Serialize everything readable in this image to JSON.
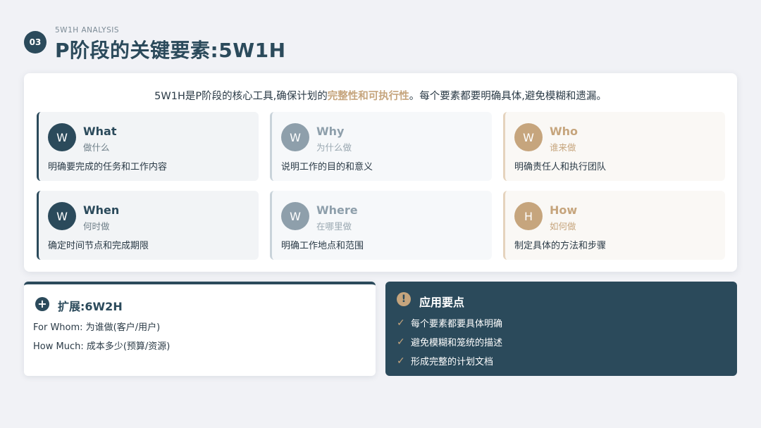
{
  "header": {
    "badge": "03",
    "eyebrow": "5W1H ANALYSIS",
    "title": "P阶段的关键要素:5W1H"
  },
  "intro": {
    "before": "5W1H是P阶段的核心工具,确保计划的",
    "highlight": "完整性和可执行性",
    "after": "。每个要素都要明确具体,避免模糊和遗漏。"
  },
  "elements": [
    {
      "letter": "W",
      "en": "What",
      "cn": "做什么",
      "desc": "明确要完成的任务和工作内容"
    },
    {
      "letter": "W",
      "en": "Why",
      "cn": "为什么做",
      "desc": "说明工作的目的和意义"
    },
    {
      "letter": "W",
      "en": "Who",
      "cn": "谁来做",
      "desc": "明确责任人和执行团队"
    },
    {
      "letter": "W",
      "en": "When",
      "cn": "何时做",
      "desc": "确定时间节点和完成期限"
    },
    {
      "letter": "W",
      "en": "Where",
      "cn": "在哪里做",
      "desc": "明确工作地点和范围"
    },
    {
      "letter": "H",
      "en": "How",
      "cn": "如何做",
      "desc": "制定具体的方法和步骤"
    }
  ],
  "extension": {
    "icon": "plus-icon",
    "title": "扩展:6W2H",
    "lines": [
      "For Whom: 为谁做(客户/用户)",
      "How Much: 成本多少(预算/资源)"
    ]
  },
  "application": {
    "icon": "exclamation-icon",
    "title": "应用要点",
    "items": [
      "每个要素都要具体明确",
      "避免模糊和笼统的描述",
      "形成完整的计划文档"
    ]
  },
  "colors": {
    "primary": "#2b4a5b",
    "accent": "#c6a57d",
    "muted": "#8e9fab",
    "background": "#f1f2f6"
  }
}
